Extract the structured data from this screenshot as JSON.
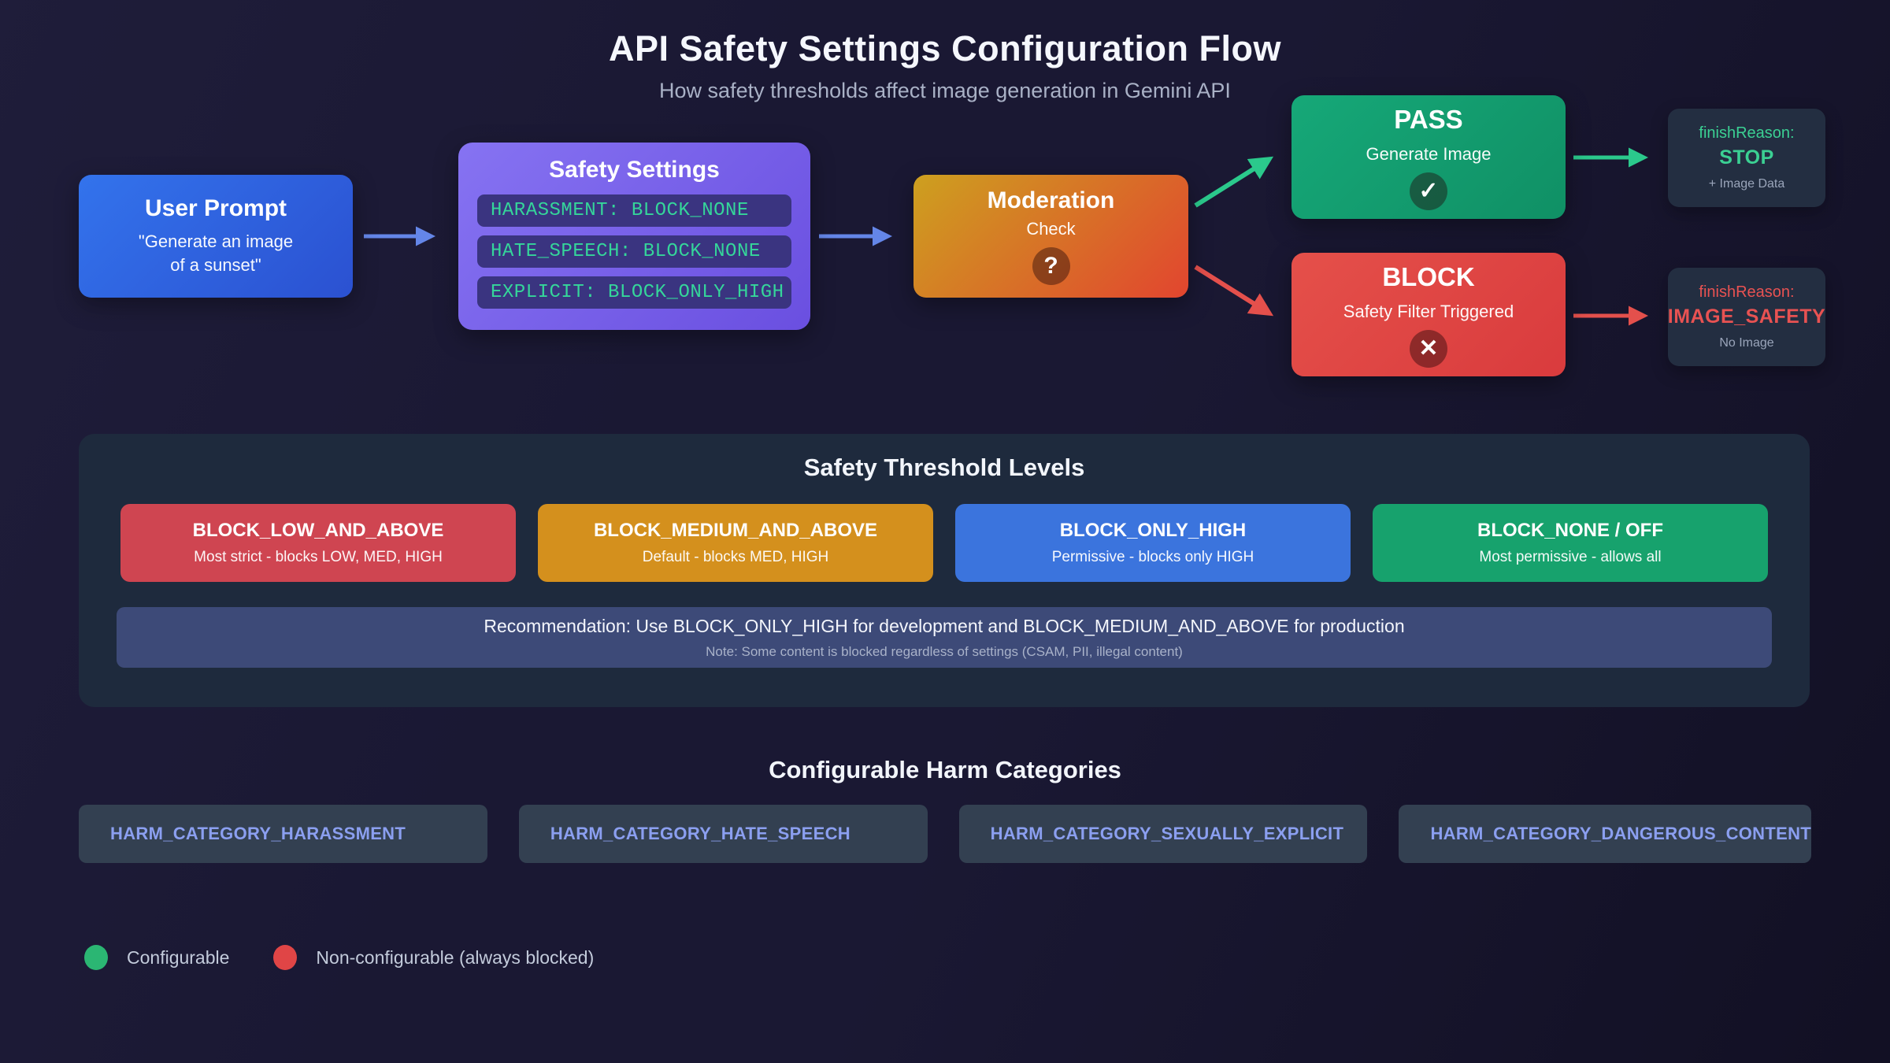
{
  "page": {
    "title": "API Safety Settings Configuration Flow",
    "subtitle": "How safety thresholds affect image generation in Gemini API"
  },
  "flow": {
    "user_prompt": {
      "title": "User Prompt",
      "body_line1": "\"Generate an image",
      "body_line2": "of a sunset\""
    },
    "safety_settings": {
      "title": "Safety Settings",
      "rows": [
        "HARASSMENT: BLOCK_NONE",
        "HATE_SPEECH: BLOCK_NONE",
        "EXPLICIT: BLOCK_ONLY_HIGH"
      ]
    },
    "moderation": {
      "title": "Moderation",
      "subtitle": "Check",
      "icon": "?"
    },
    "pass": {
      "title": "PASS",
      "subtitle": "Generate Image",
      "icon": "✓"
    },
    "block": {
      "title": "BLOCK",
      "subtitle": "Safety Filter Triggered",
      "icon": "✕"
    },
    "finish_stop": {
      "label": "finishReason:",
      "value": "STOP",
      "note": "+ Image Data"
    },
    "finish_safety": {
      "label": "finishReason:",
      "value": "IMAGE_SAFETY",
      "note": "No Image"
    }
  },
  "thresholds": {
    "title": "Safety Threshold Levels",
    "levels": [
      {
        "name": "BLOCK_LOW_AND_ABOVE",
        "desc": "Most strict - blocks LOW, MED, HIGH",
        "color": "#cf4551"
      },
      {
        "name": "BLOCK_MEDIUM_AND_ABOVE",
        "desc": "Default - blocks MED, HIGH",
        "color": "#d4901d"
      },
      {
        "name": "BLOCK_ONLY_HIGH",
        "desc": "Permissive - blocks only HIGH",
        "color": "#3b74dd"
      },
      {
        "name": "BLOCK_NONE / OFF",
        "desc": "Most permissive - allows all",
        "color": "#17a26d"
      }
    ],
    "recommendation": "Recommendation: Use BLOCK_ONLY_HIGH for development and BLOCK_MEDIUM_AND_ABOVE for production",
    "note": "Note: Some content is blocked regardless of settings (CSAM, PII, illegal content)"
  },
  "harm_categories": {
    "title": "Configurable Harm Categories",
    "items": [
      "HARM_CATEGORY_HARASSMENT",
      "HARM_CATEGORY_HATE_SPEECH",
      "HARM_CATEGORY_SEXUALLY_EXPLICIT",
      "HARM_CATEGORY_DANGEROUS_CONTENT"
    ]
  },
  "legend": {
    "items": [
      {
        "label": "Configurable",
        "color": "#2bb673"
      },
      {
        "label": "Non-configurable (always blocked)",
        "color": "#e04546"
      }
    ]
  },
  "colors": {
    "arrow_blue": "#6486e8",
    "arrow_green": "#2bc98c",
    "arrow_red": "#e4504c"
  }
}
